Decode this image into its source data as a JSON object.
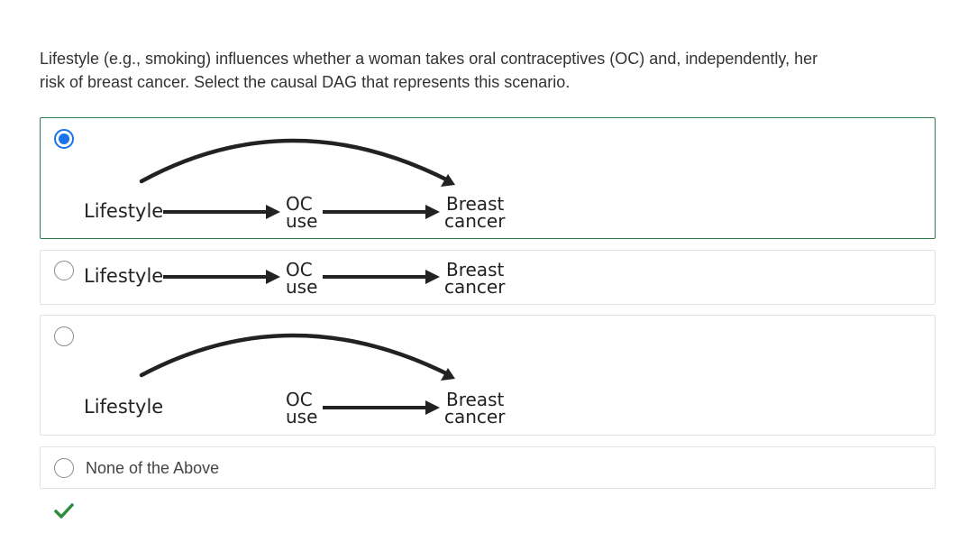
{
  "question": {
    "line1": "Lifestyle (e.g., smoking) influences whether a woman takes oral contraceptives (OC) and, independently, her",
    "line2": "risk of breast cancer. Select the causal DAG that represents this scenario."
  },
  "options": [
    {
      "id": "a",
      "selected": true,
      "nodes": {
        "lifestyle": "Lifestyle",
        "oc_1": "OC",
        "oc_2": "use",
        "bc_1": "Breast",
        "bc_2": "cancer"
      },
      "edges": [
        "Lifestyle→OC use",
        "OC use→Breast cancer",
        "Lifestyle→Breast cancer"
      ]
    },
    {
      "id": "b",
      "selected": false,
      "nodes": {
        "lifestyle": "Lifestyle",
        "oc_1": "OC",
        "oc_2": "use",
        "bc_1": "Breast",
        "bc_2": "cancer"
      },
      "edges": [
        "Lifestyle→OC use",
        "OC use→Breast cancer"
      ]
    },
    {
      "id": "c",
      "selected": false,
      "nodes": {
        "lifestyle": "Lifestyle",
        "oc_1": "OC",
        "oc_2": "use",
        "bc_1": "Breast",
        "bc_2": "cancer"
      },
      "edges": [
        "OC use→Breast cancer",
        "Lifestyle→Breast cancer"
      ]
    },
    {
      "id": "d",
      "selected": false,
      "label": "None of the Above"
    }
  ],
  "feedback": {
    "icon": "check-icon",
    "color": "#2e8b3e"
  },
  "colors": {
    "selected_border": "#2e7d4f",
    "radio_accent": "#1a73e8"
  }
}
